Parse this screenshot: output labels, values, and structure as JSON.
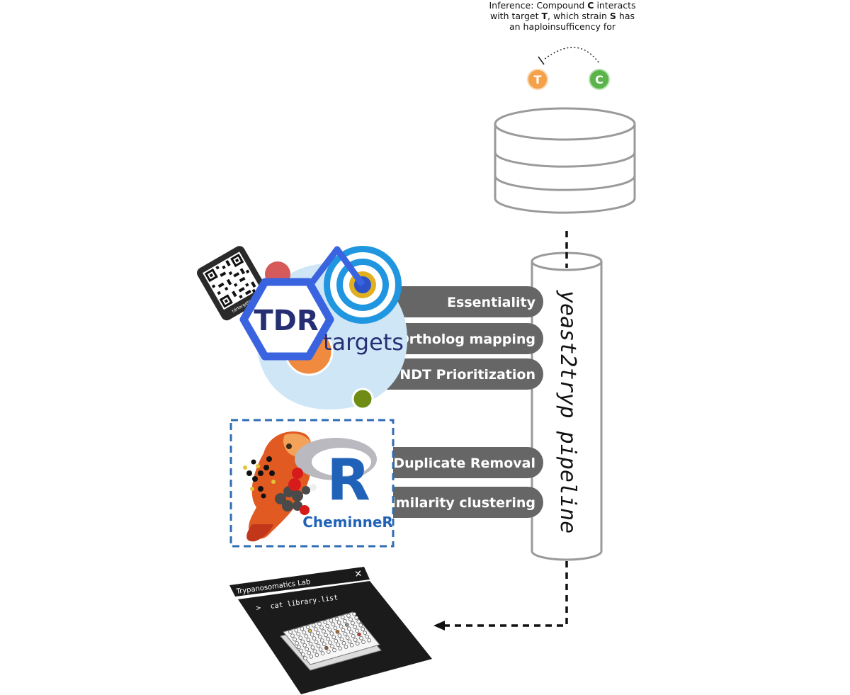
{
  "inference": {
    "line1_a": "Inference: Compound ",
    "line1_b": "C",
    "line1_c": " interacts",
    "line2_a": "with target ",
    "line2_b": "T",
    "line2_c": ", which strain ",
    "line2_d": "S",
    "line2_e": " has",
    "line3": "an haploinsufficency for"
  },
  "nodes": {
    "target": "T",
    "compound": "C"
  },
  "pipeline": {
    "label": "yeast2tryp pipeline"
  },
  "tdr_logo": {
    "tdr": "TDR",
    "targets": "targets",
    "qr_caption": "tdrtargets.org"
  },
  "tdr_steps": [
    "Essentiality",
    "Ortholog mapping",
    "NDT Prioritization"
  ],
  "cheminner_steps": [
    "Duplicate Removal",
    "Similarity clustering"
  ],
  "cheminner_logo": {
    "r_letter": "R",
    "name": "CheminneR"
  },
  "terminal": {
    "title": "Trypanosomatics Lab",
    "close": "✕",
    "prompt": ">",
    "command": "cat library.list"
  },
  "colors": {
    "pill": "#666666",
    "target_node": "#f4a14a",
    "compound_node": "#5ab44a",
    "dashed_box": "#2f6db5",
    "tdr_blue": "#2d3e9e",
    "bullseye": "#2196e0"
  }
}
